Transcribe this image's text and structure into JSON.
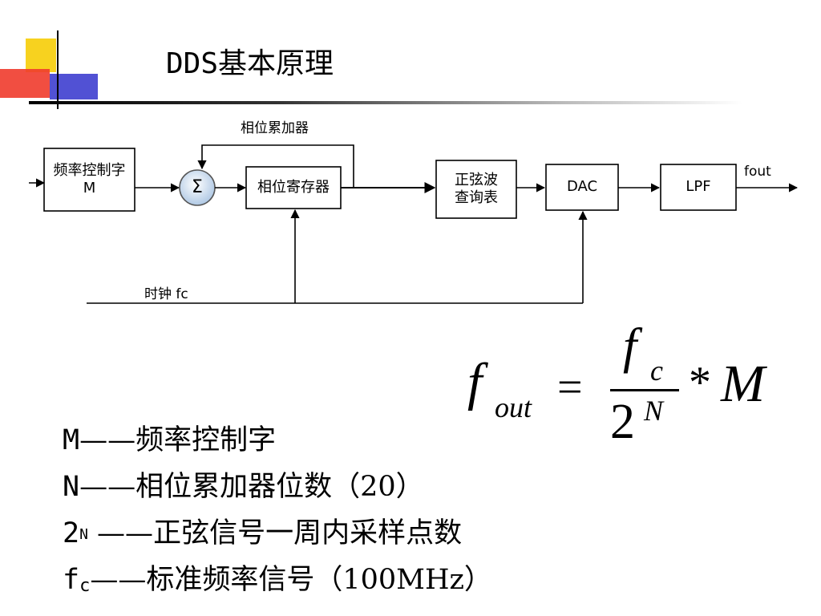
{
  "slide": {
    "title": "DDS基本原理"
  },
  "diagram": {
    "blocks": {
      "freq_word": [
        "频率控制字",
        "M"
      ],
      "sigma": "Σ",
      "phase_reg": "相位寄存器",
      "sine_lut": [
        "正弦波",
        "查询表"
      ],
      "dac": "DAC",
      "lpf": "LPF"
    },
    "labels": {
      "accumulator": "相位累加器",
      "clock": "时钟 fc",
      "output": "fout"
    }
  },
  "formula": {
    "lhs_f": "f",
    "lhs_sub": "out",
    "equals": "=",
    "num_f": "f",
    "num_sub": "c",
    "den_base": "2",
    "den_exp": "N",
    "times": "*",
    "var": "M"
  },
  "definitions": [
    {
      "sym": "M",
      "dash": "——",
      "text": "频率控制字"
    },
    {
      "sym": "N",
      "dash": "——",
      "text": "相位累加器位数（20）"
    },
    {
      "sym": "2",
      "sup": "N",
      "dash": " ——",
      "text": "正弦信号一周内采样点数"
    },
    {
      "sym": "f",
      "sub": "c",
      "dash": "——",
      "text": "标准频率信号（100MHz）"
    }
  ]
}
